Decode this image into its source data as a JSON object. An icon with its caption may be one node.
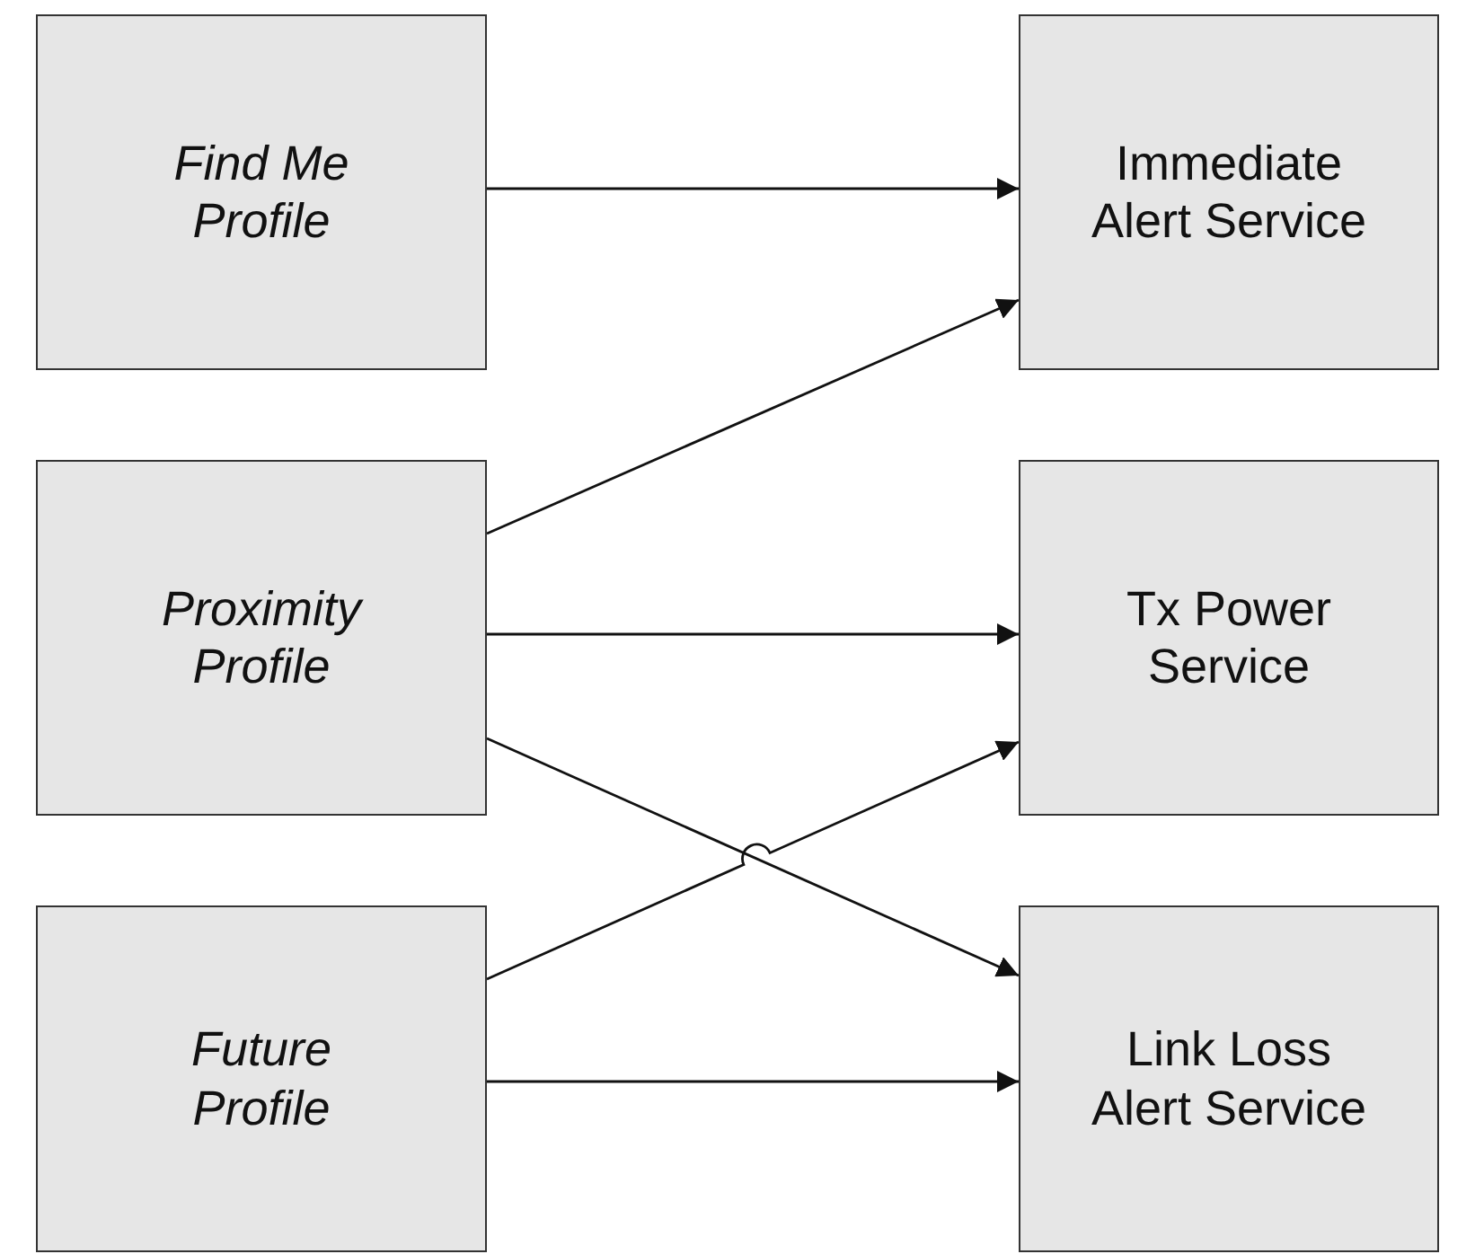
{
  "diagram": {
    "nodes": [
      {
        "text": [
          "Find Me Profile"
        ]
      },
      {
        "text": [
          "Proximity Profile"
        ]
      },
      {
        "text": [
          "Future Profile"
        ]
      },
      {
        "text": [
          "Immediate Alert Service"
        ]
      },
      {
        "text": [
          "Tx Power Service"
        ]
      },
      {
        "text": [
          "Link Loss Alert Service"
        ]
      }
    ],
    "edges": [
      {
        "from": 0,
        "to": 3,
        "arrow": "to"
      },
      {
        "from": 1,
        "to": 3,
        "arrow": "to"
      },
      {
        "from": 1,
        "to": 4,
        "arrow": "to"
      },
      {
        "from": 1,
        "to": 5,
        "arrow": "to"
      },
      {
        "from": 2,
        "to": 4,
        "arrow": "to"
      },
      {
        "from": 2,
        "to": 5,
        "arrow": "to"
      }
    ]
  }
}
